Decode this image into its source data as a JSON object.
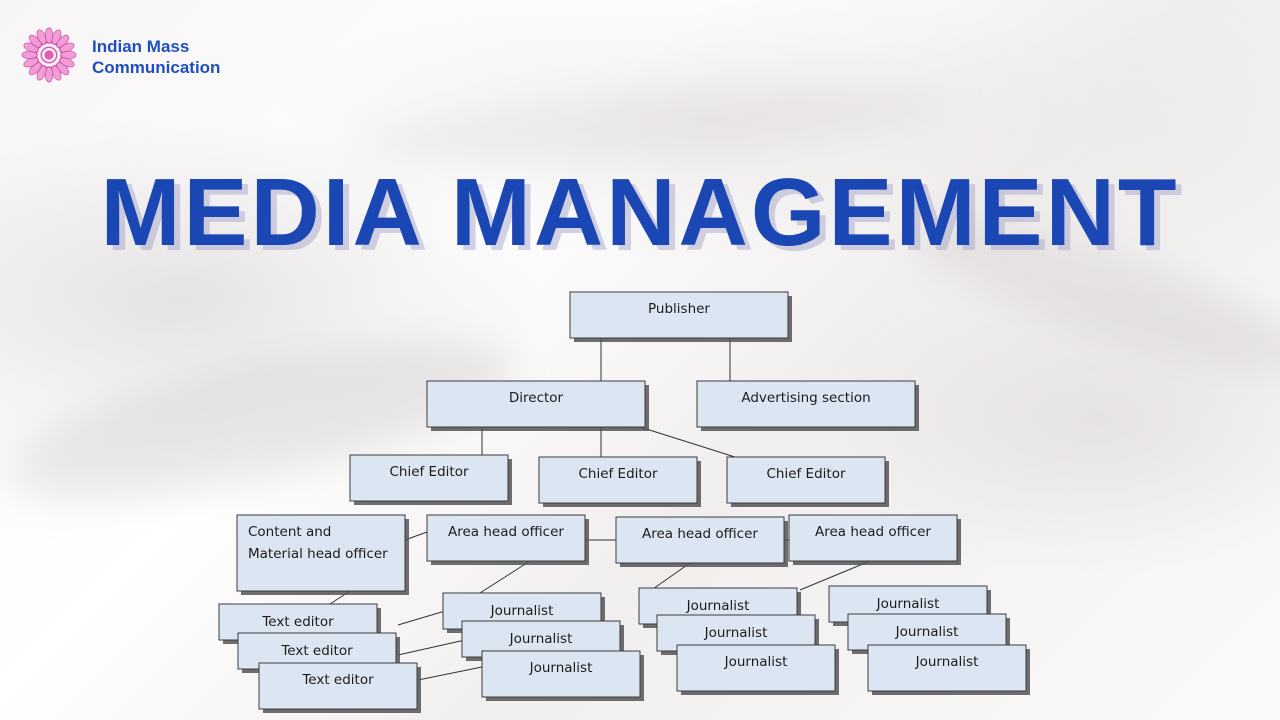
{
  "brand": {
    "line1": "Indian Mass",
    "line2": "Communication"
  },
  "title": "MEDIA MANAGEMENT",
  "colors": {
    "title": "#1a47b3",
    "brand": "#1f4fbf",
    "box_fill": "#dce6f2",
    "logo": "#e25bb8"
  },
  "icons": {
    "logo": "mandala-icon"
  },
  "org_chart": {
    "nodes": [
      {
        "id": "publisher",
        "lines": [
          "Publisher"
        ]
      },
      {
        "id": "director",
        "lines": [
          "Director"
        ]
      },
      {
        "id": "advertising",
        "lines": [
          "Advertising section"
        ]
      },
      {
        "id": "chief1",
        "lines": [
          "Chief Editor"
        ]
      },
      {
        "id": "chief2",
        "lines": [
          "Chief Editor"
        ]
      },
      {
        "id": "chief3",
        "lines": [
          "Chief Editor"
        ]
      },
      {
        "id": "content",
        "lines": [
          "Content and",
          "Material head officer"
        ]
      },
      {
        "id": "area1",
        "lines": [
          "Area head officer"
        ]
      },
      {
        "id": "area2",
        "lines": [
          "Area head officer"
        ]
      },
      {
        "id": "area3",
        "lines": [
          "Area head officer"
        ]
      },
      {
        "id": "text1",
        "lines": [
          "Text editor"
        ]
      },
      {
        "id": "text2",
        "lines": [
          "Text editor"
        ]
      },
      {
        "id": "text3",
        "lines": [
          "Text editor"
        ]
      },
      {
        "id": "j1a",
        "lines": [
          "Journalist"
        ]
      },
      {
        "id": "j1b",
        "lines": [
          "Journalist"
        ]
      },
      {
        "id": "j1c",
        "lines": [
          "Journalist"
        ]
      },
      {
        "id": "j2a",
        "lines": [
          "Journalist"
        ]
      },
      {
        "id": "j2b",
        "lines": [
          "Journalist"
        ]
      },
      {
        "id": "j2c",
        "lines": [
          "Journalist"
        ]
      },
      {
        "id": "j3a",
        "lines": [
          "Journalist"
        ]
      },
      {
        "id": "j3b",
        "lines": [
          "Journalist"
        ]
      },
      {
        "id": "j3c",
        "lines": [
          "Journalist"
        ]
      }
    ]
  }
}
